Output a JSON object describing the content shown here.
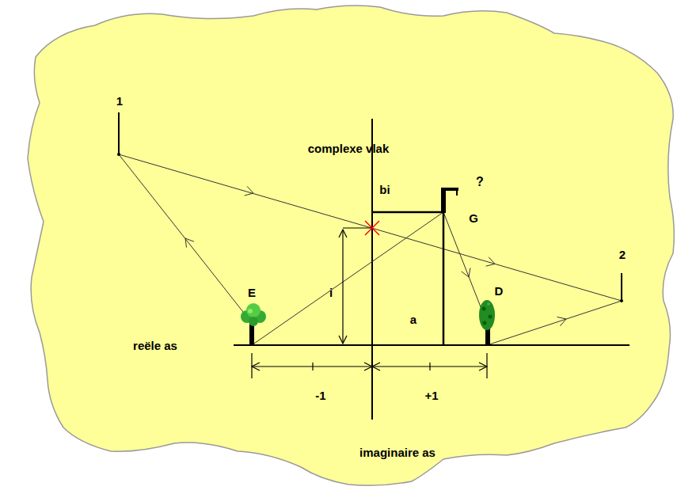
{
  "diagram": {
    "labels": [
      "1",
      "complexe vlak",
      "bi",
      "?",
      "G",
      "i",
      "E",
      "D",
      "2",
      "reële as",
      "a",
      "-1",
      "+1",
      "imaginaire as"
    ]
  }
}
